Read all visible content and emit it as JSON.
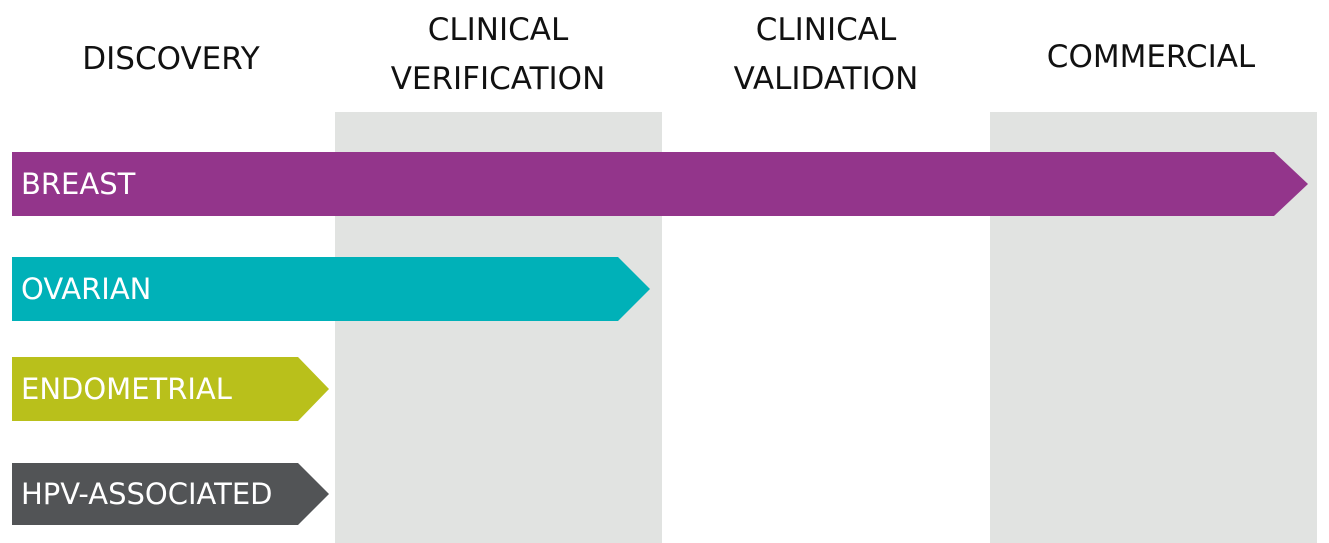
{
  "stages": [
    {
      "label": "DISCOVERY"
    },
    {
      "label": "CLINICAL\nVERIFICATION"
    },
    {
      "label": "CLINICAL\nVALIDATION"
    },
    {
      "label": "COMMERCIAL"
    }
  ],
  "programs": [
    {
      "label": "BREAST",
      "color": "#93358b",
      "reaches_stage": "COMMERCIAL"
    },
    {
      "label": "OVARIAN",
      "color": "#00b1b8",
      "reaches_stage": "CLINICAL VERIFICATION"
    },
    {
      "label": "ENDOMETRIAL",
      "color": "#b9c01b",
      "reaches_stage": "DISCOVERY"
    },
    {
      "label": "HPV-ASSOCIATED",
      "color": "#525456",
      "reaches_stage": "DISCOVERY"
    }
  ],
  "band_color": "#e1e3e1"
}
